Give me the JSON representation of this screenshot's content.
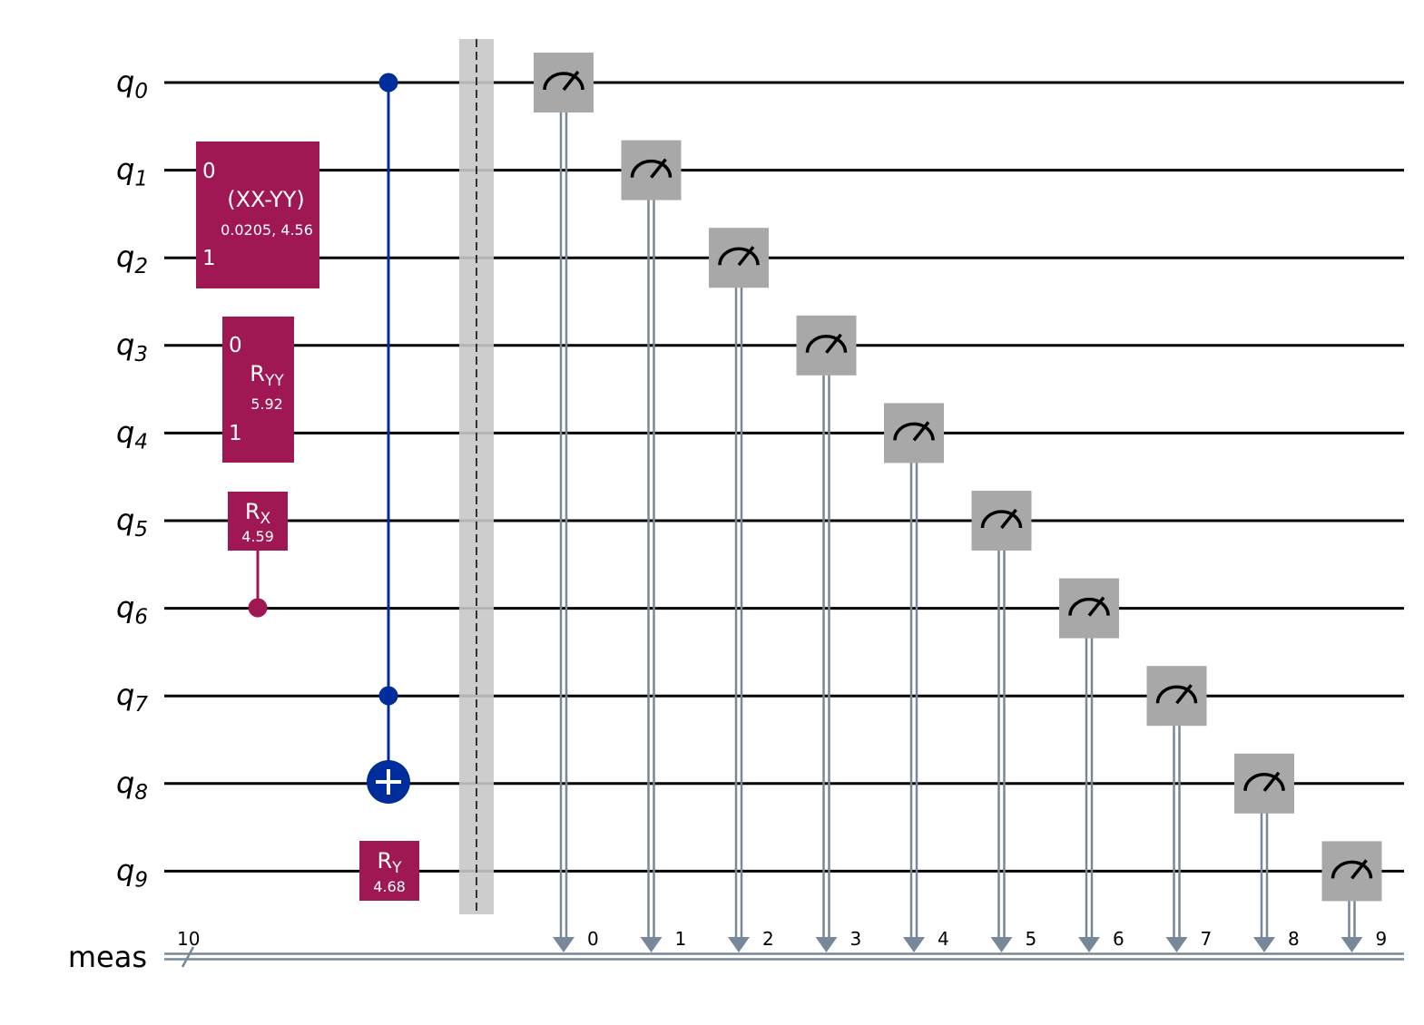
{
  "qubits": [
    {
      "name": "q",
      "index": "0"
    },
    {
      "name": "q",
      "index": "1"
    },
    {
      "name": "q",
      "index": "2"
    },
    {
      "name": "q",
      "index": "3"
    },
    {
      "name": "q",
      "index": "4"
    },
    {
      "name": "q",
      "index": "5"
    },
    {
      "name": "q",
      "index": "6"
    },
    {
      "name": "q",
      "index": "7"
    },
    {
      "name": "q",
      "index": "8"
    },
    {
      "name": "q",
      "index": "9"
    }
  ],
  "classical_register": {
    "label": "meas",
    "width": "10"
  },
  "gates": {
    "xx_minus_yy": {
      "label": "(XX-YY)",
      "params": "0.0205, 4.56",
      "port_0": "0",
      "port_1": "1"
    },
    "ryy": {
      "label": "R",
      "sub": "YY",
      "params": "5.92",
      "port_0": "0",
      "port_1": "1"
    },
    "crx": {
      "label": "R",
      "sub": "X",
      "params": "4.59"
    },
    "ry": {
      "label": "R",
      "sub": "Y",
      "params": "4.68"
    }
  },
  "measure_bits": [
    "0",
    "1",
    "2",
    "3",
    "4",
    "5",
    "6",
    "7",
    "8",
    "9"
  ],
  "colors": {
    "wire": "#000000",
    "gate_magenta": "#9f1853",
    "gate_blue": "#002d9c",
    "measure_gray": "#a8a8a8",
    "classical": "#778899",
    "barrier": "#c8c8c8"
  }
}
